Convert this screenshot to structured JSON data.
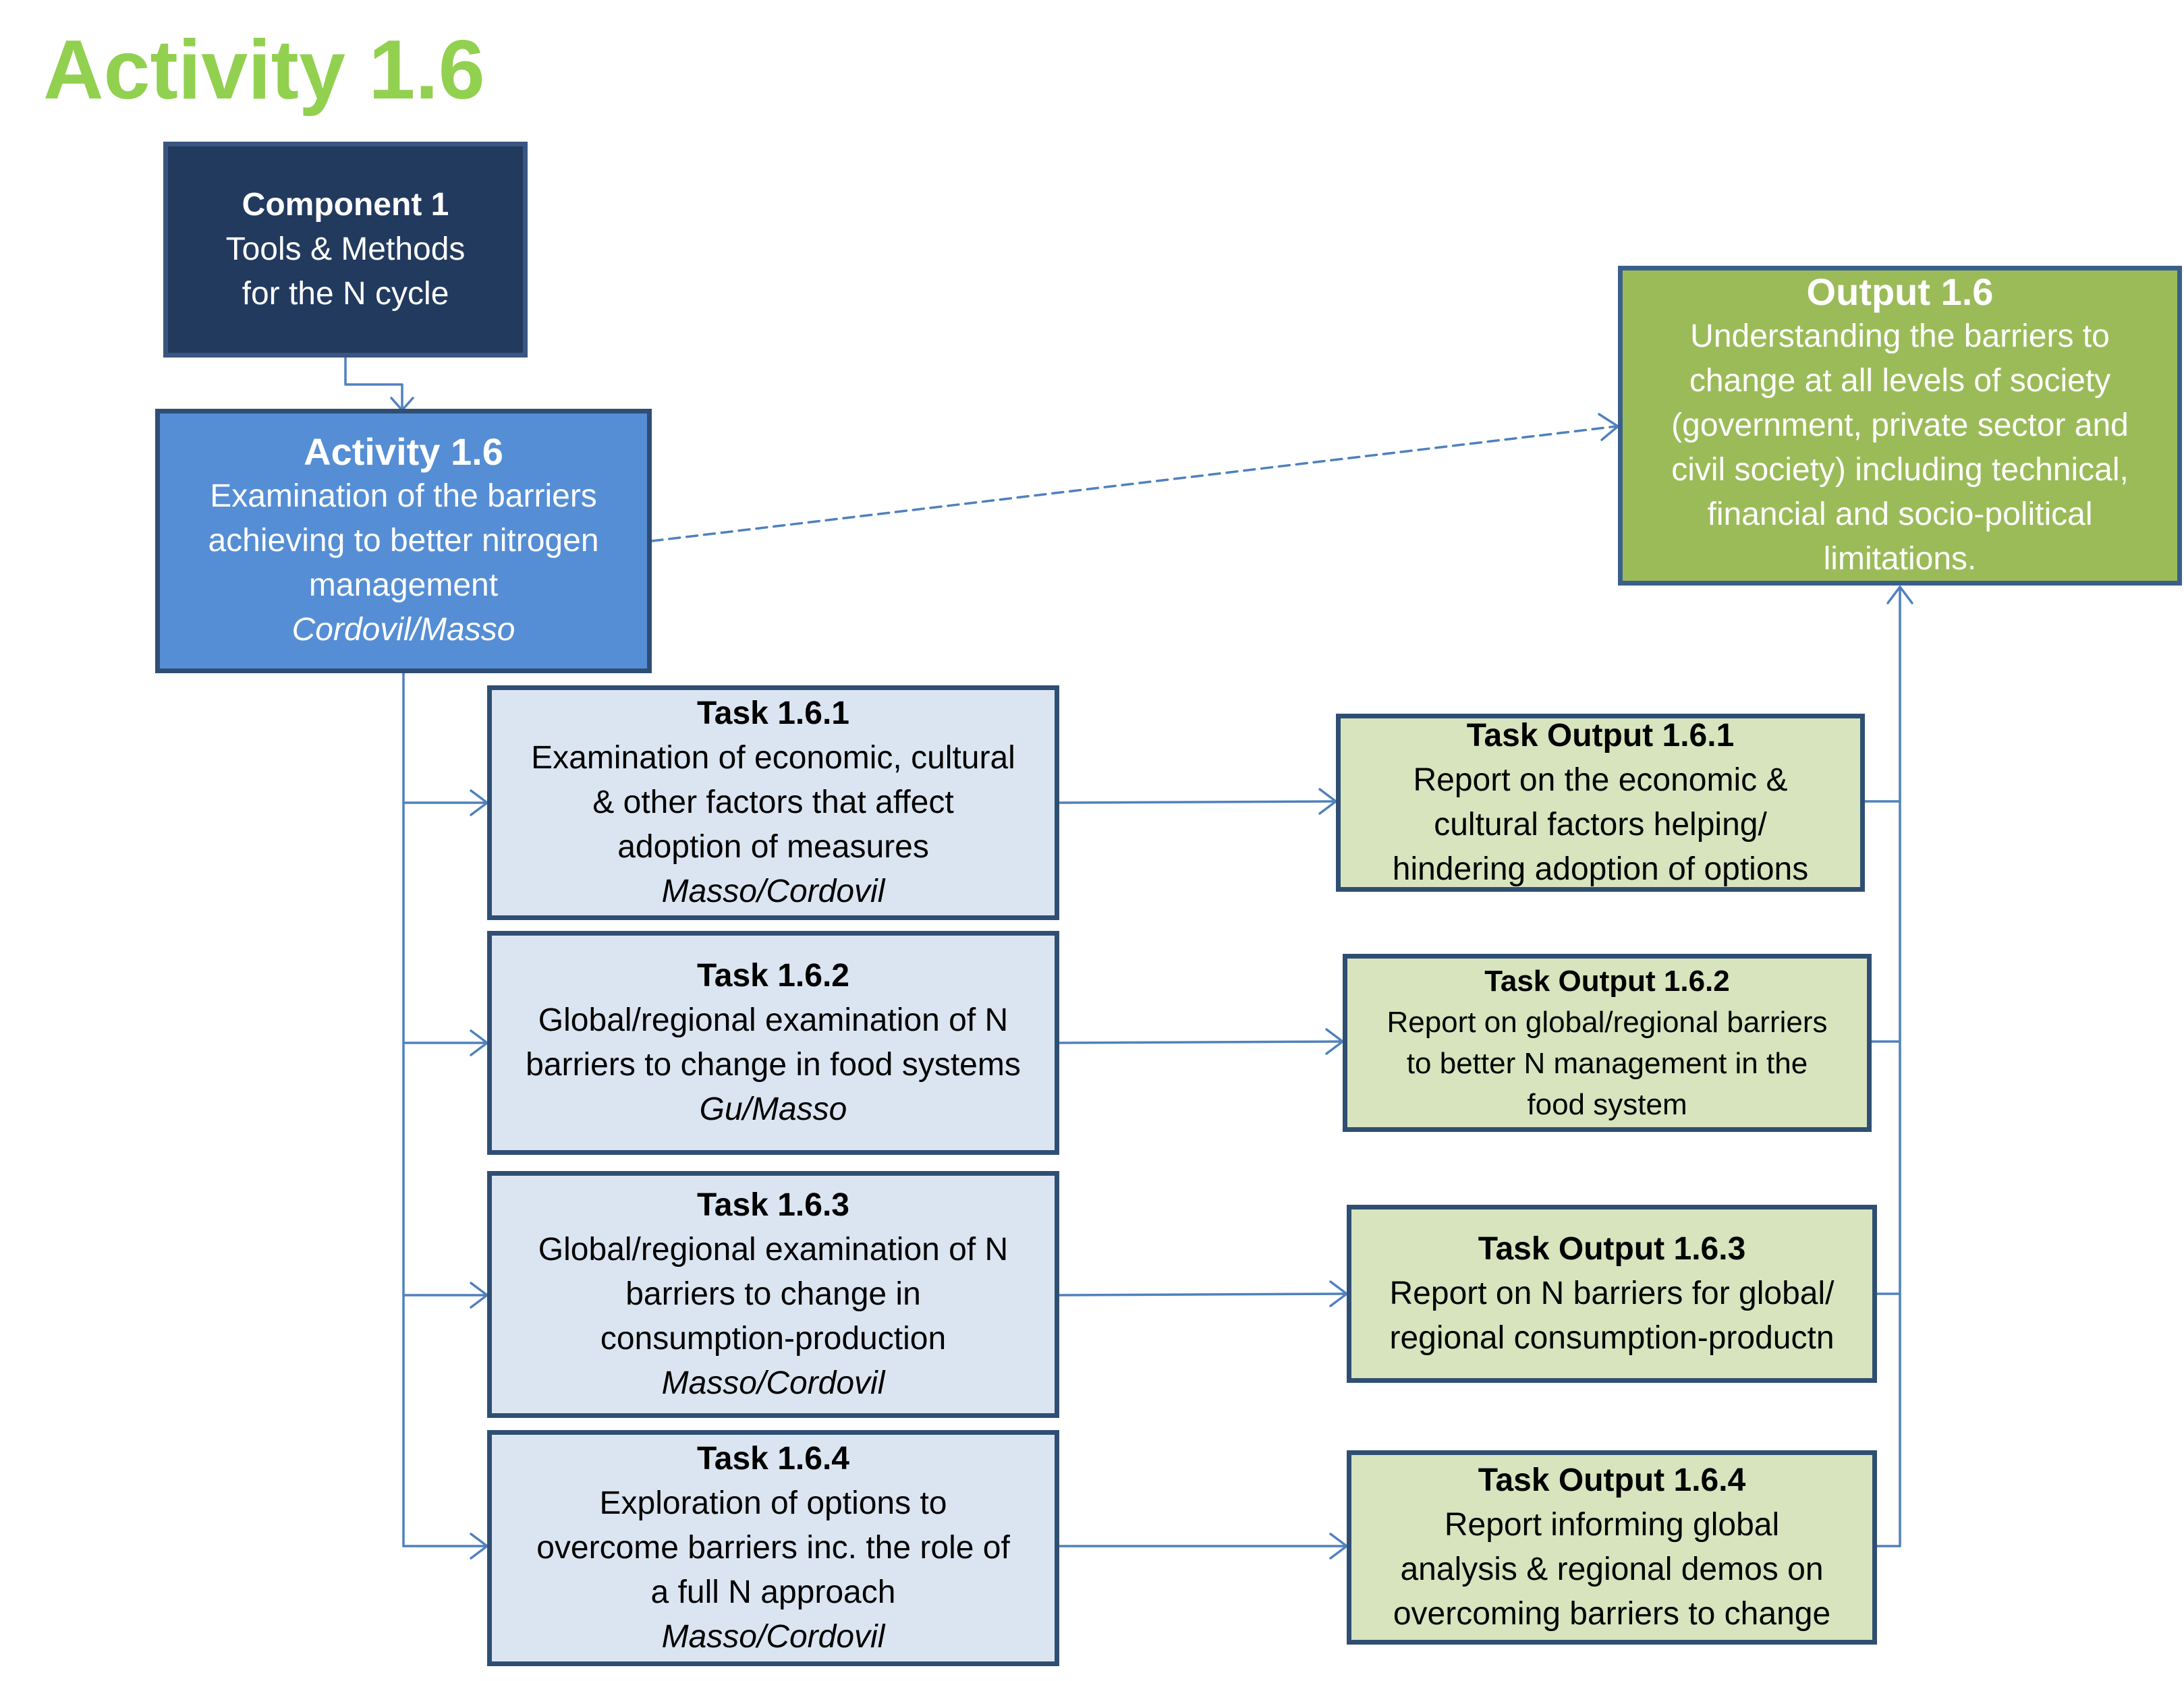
{
  "page_title": "Activity 1.6",
  "component": {
    "title": "Component 1",
    "line1": "Tools & Methods",
    "line2": "for the N cycle"
  },
  "activity": {
    "title": "Activity 1.6",
    "desc_lines": [
      "Examination of the barriers",
      "achieving to better nitrogen",
      "management"
    ],
    "leads": "Cordovil/Masso"
  },
  "output": {
    "title": "Output 1.6",
    "desc_lines": [
      "Understanding the barriers to",
      "change at all levels of society",
      "(government, private sector and",
      "civil society) including technical,",
      "financial and socio-political",
      "limitations."
    ]
  },
  "tasks": [
    {
      "title": "Task 1.6.1",
      "desc_lines": [
        "Examination of economic, cultural",
        "& other factors that affect",
        "adoption of measures"
      ],
      "leads": "Masso/Cordovil"
    },
    {
      "title": "Task 1.6.2",
      "desc_lines": [
        "Global/regional examination of N",
        "barriers to change in food systems"
      ],
      "leads": "Gu/Masso"
    },
    {
      "title": "Task 1.6.3",
      "desc_lines": [
        "Global/regional examination of N",
        "barriers to change in",
        "consumption-production"
      ],
      "leads": "Masso/Cordovil"
    },
    {
      "title": "Task 1.6.4",
      "desc_lines": [
        "Exploration of options to",
        "overcome barriers inc. the role of",
        "a full N approach"
      ],
      "leads": "Masso/Cordovil"
    }
  ],
  "task_outputs": [
    {
      "title": "Task Output 1.6.1",
      "desc_lines": [
        "Report on the economic &",
        "cultural factors helping/",
        "hindering adoption of options"
      ]
    },
    {
      "title": "Task Output 1.6.2",
      "desc_lines": [
        "Report on global/regional barriers",
        "to better N management in the",
        "food system"
      ]
    },
    {
      "title": "Task Output 1.6.3",
      "desc_lines": [
        "Report on N barriers for global/",
        "regional consumption-productn"
      ]
    },
    {
      "title": "Task Output 1.6.4",
      "desc_lines": [
        "Report informing global",
        "analysis & regional demos on",
        "overcoming  barriers to change"
      ]
    }
  ],
  "colors": {
    "title_green": "#92d050",
    "component_fill": "#223a5e",
    "activity_fill": "#558ed5",
    "output_fill": "#9bbb59",
    "task_fill": "#dbe5f1",
    "task_output_fill": "#d7e4bd",
    "border": "#2f4e73",
    "connector": "#4f81bd"
  }
}
